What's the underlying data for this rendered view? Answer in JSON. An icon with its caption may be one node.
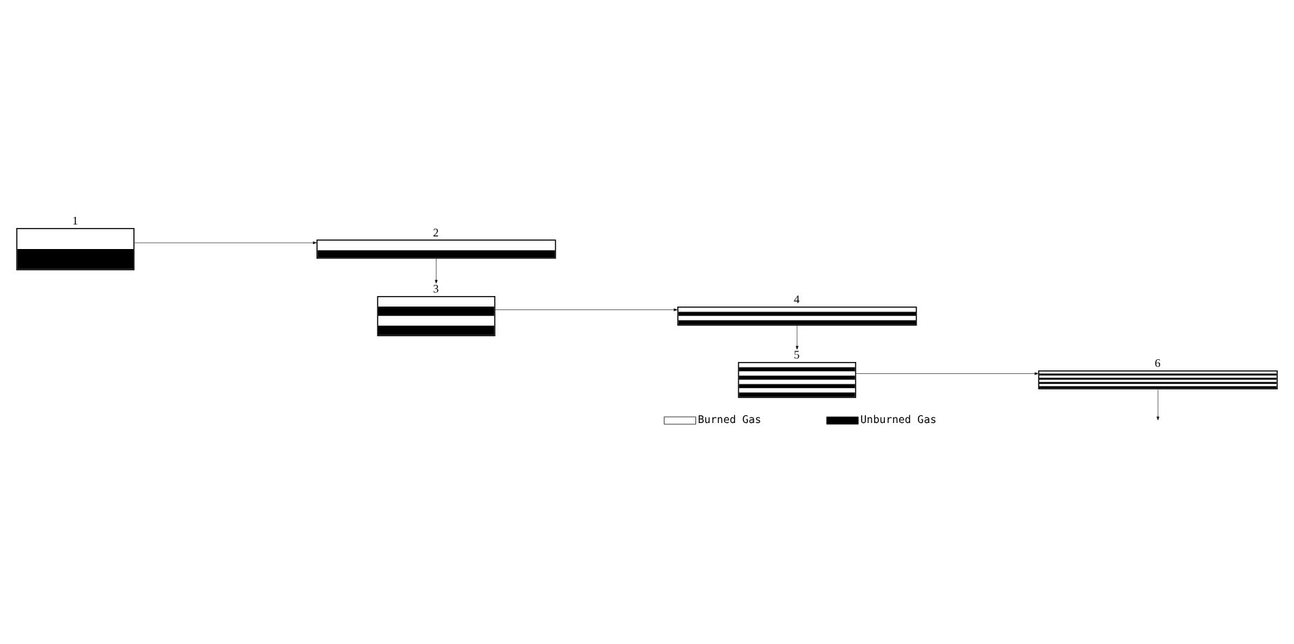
{
  "diagram": {
    "nodes": [
      {
        "text": [
          "1"
        ]
      },
      {
        "text": [
          "2"
        ]
      },
      {
        "text": [
          "3"
        ]
      },
      {
        "text": [
          "4"
        ]
      },
      {
        "text": [
          "5"
        ]
      },
      {
        "text": [
          "6"
        ]
      }
    ],
    "edges": [
      {
        "from": 0,
        "to": 1,
        "arrow": "to"
      },
      {
        "from": 1,
        "to": 2,
        "arrow": "to"
      },
      {
        "from": 2,
        "to": 3,
        "arrow": "to"
      },
      {
        "from": 3,
        "to": 4,
        "arrow": "to"
      },
      {
        "from": 4,
        "to": 5,
        "arrow": "to"
      },
      {
        "from": 5,
        "to": null,
        "arrow": "to"
      }
    ],
    "legend": [
      {
        "text": "Burned Gas",
        "color": "#ffffff"
      },
      {
        "text": "Unburned Gas",
        "color": "#000000"
      }
    ]
  }
}
